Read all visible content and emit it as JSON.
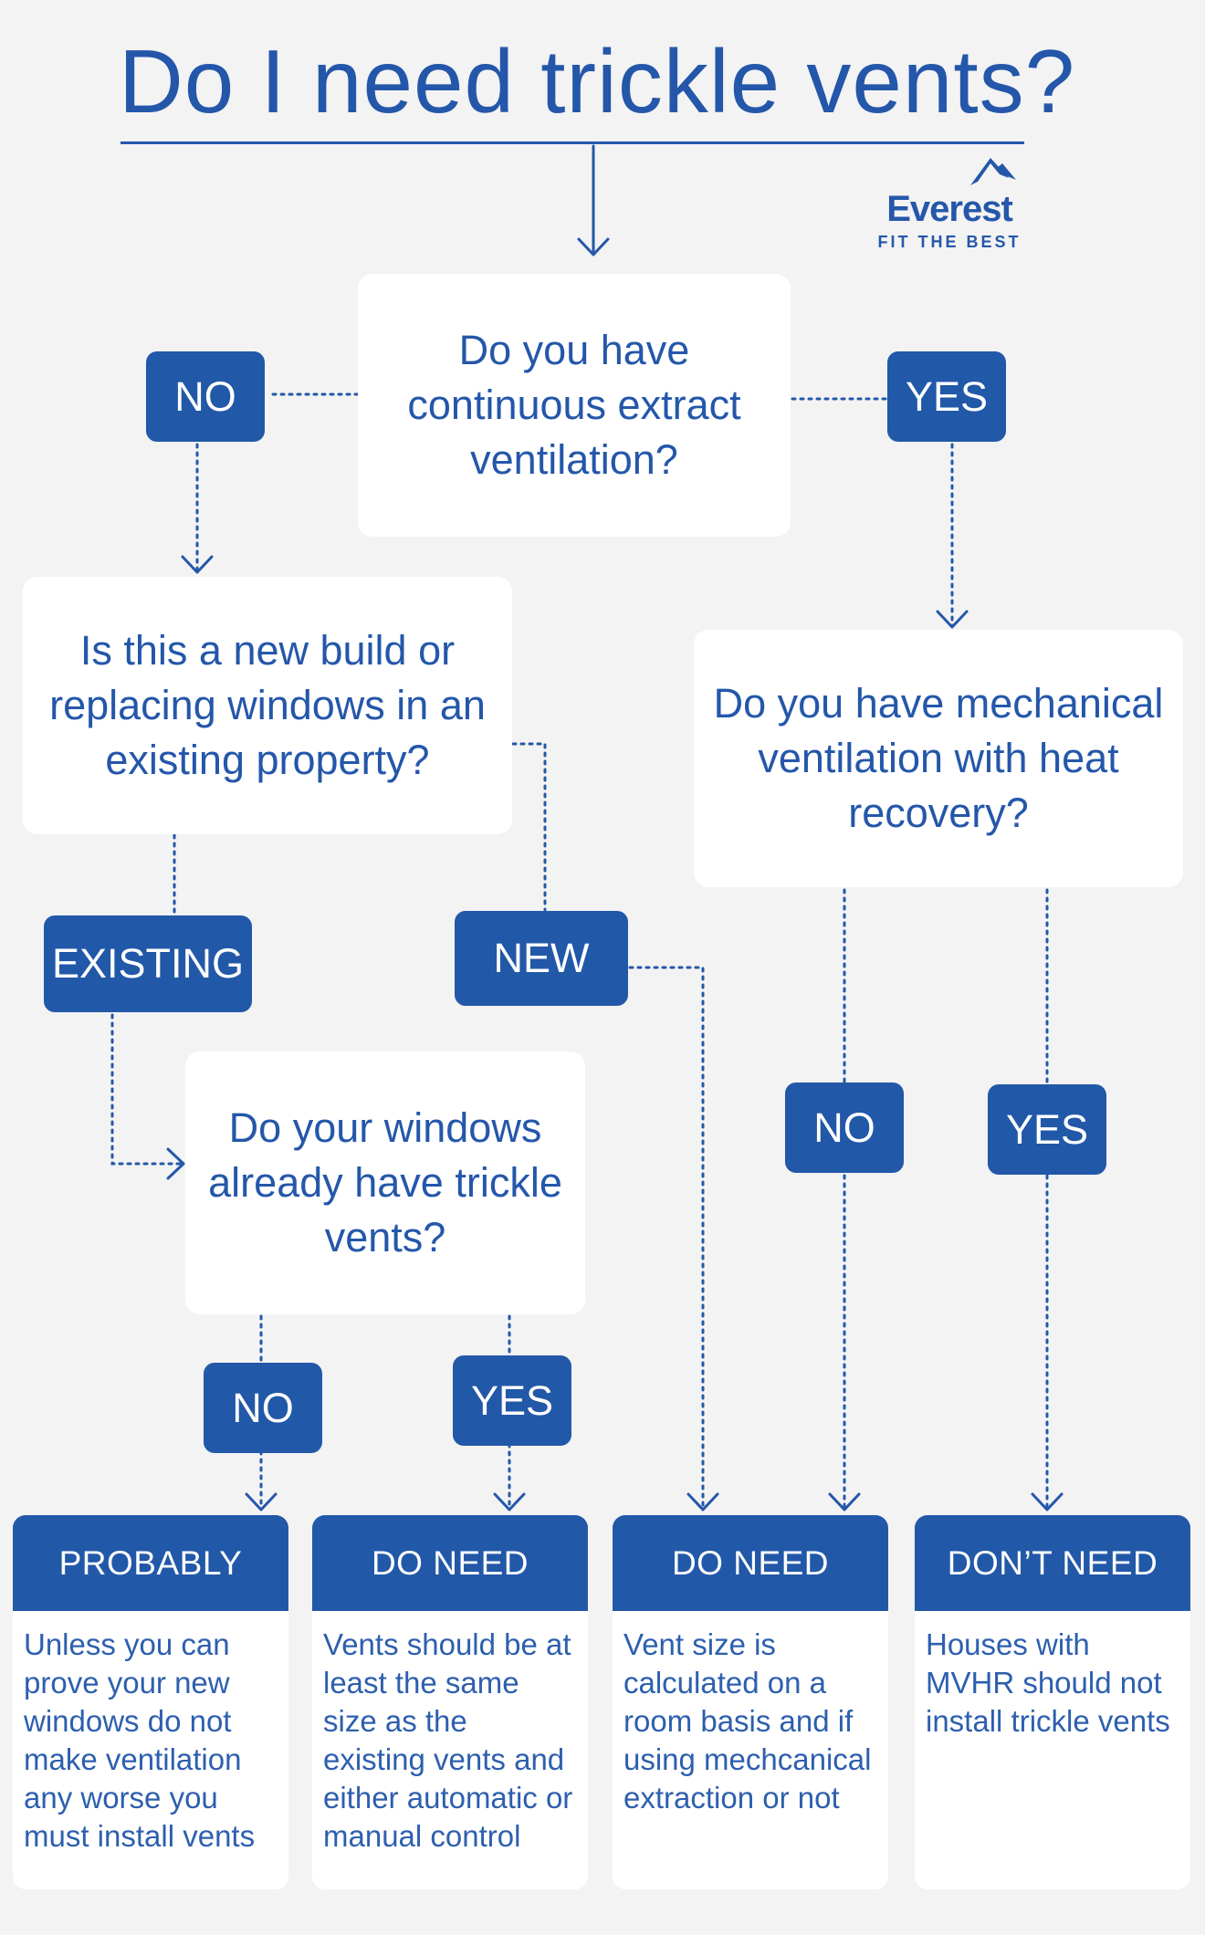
{
  "title": "Do I need trickle vents?",
  "logo": {
    "brand": "Everest",
    "tagline": "FIT THE BEST"
  },
  "questions": {
    "q1": "Do you have continuous extract ventilation?",
    "q2": "Is this a new build or replacing windows in an existing property?",
    "q3": "Do you have mechanical ventilation with heat recovery?",
    "q4": "Do your windows already have trickle vents?"
  },
  "labels": {
    "q1_no": "NO",
    "q1_yes": "YES",
    "q2_existing": "EXISTING",
    "q2_new": "NEW",
    "q3_no": "NO",
    "q3_yes": "YES",
    "q4_no": "NO",
    "q4_yes": "YES"
  },
  "results": [
    {
      "heading": "PROBABLY",
      "text": "Unless you can prove your new windows do not make ventilation any worse you must install vents"
    },
    {
      "heading": "DO NEED",
      "text": "Vents should be at least the same size as the existing vents and either automatic or manual control"
    },
    {
      "heading": "DO NEED",
      "text": "Vent size is calculated on a room basis and if using mechcanical extraction or not"
    },
    {
      "heading": "DON’T NEED",
      "text": "Houses with MVHR should not install trickle vents"
    }
  ],
  "colors": {
    "brand_blue": "#2258a8",
    "background": "#f3f3f3",
    "box": "#ffffff"
  }
}
